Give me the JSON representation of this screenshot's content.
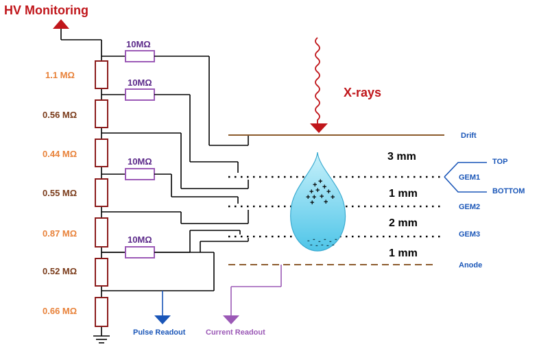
{
  "title": "HV Monitoring",
  "xray_label": "X-rays",
  "resistors": [
    "1.1 MΩ",
    "0.56 MΩ",
    "0.44 MΩ",
    "0.55 MΩ",
    "0.87 MΩ",
    "0.52 MΩ",
    "0.66 MΩ"
  ],
  "series_resistors": [
    "10MΩ",
    "10MΩ",
    "10MΩ",
    "10MΩ"
  ],
  "gaps": [
    "3 mm",
    "1 mm",
    "2 mm",
    "1 mm"
  ],
  "electrodes": {
    "drift": "Drift",
    "gem1": "GEM1",
    "top": "TOP",
    "bottom": "BOTTOM",
    "gem2": "GEM2",
    "gem3": "GEM3",
    "anode": "Anode"
  },
  "readouts": {
    "pulse": "Pulse Readout",
    "current": "Current Readout"
  },
  "colors": {
    "title": "#c0161b",
    "xray": "#c0161b",
    "resistor_outline": "#8b1a1a",
    "series_resistor_outline": "#9b59b6",
    "drift_line": "#8b5a2b",
    "electrode_label": "#1a56b8",
    "pulse_arrow": "#1a56b8",
    "current_arrow": "#9b59b6",
    "droplet": "#7fd8f0"
  },
  "charges": {
    "ions": "+",
    "electrons": "-"
  }
}
